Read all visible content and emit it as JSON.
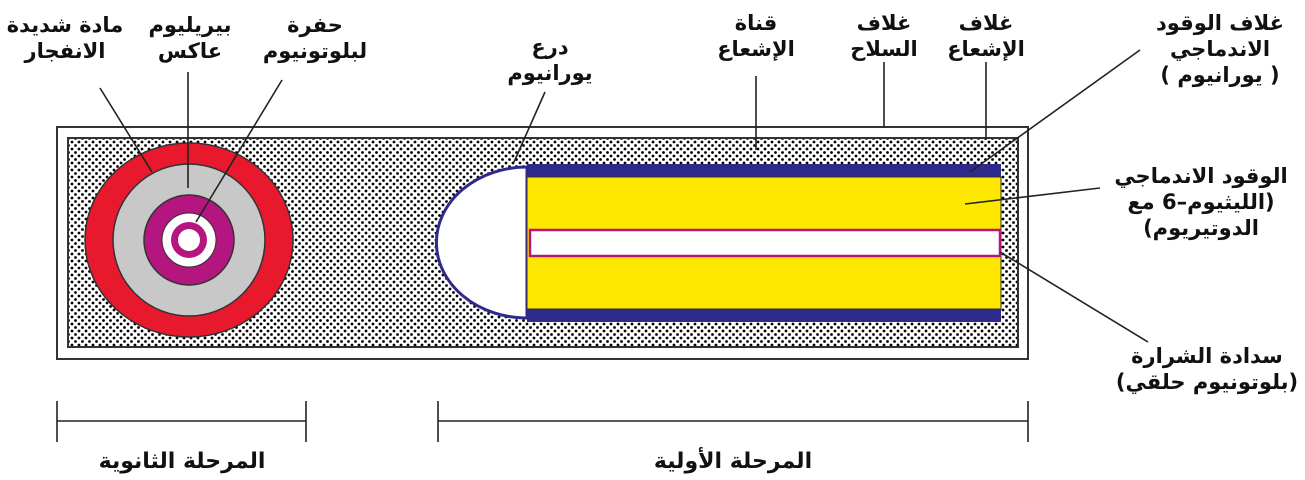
{
  "labels": {
    "high_explosive": [
      "مادة شديدة",
      "الانفجار"
    ],
    "beryllium_reflector": [
      "بيريليوم",
      "عاكس"
    ],
    "plutonium_pit": [
      "حفرة",
      "لبلوتونيوم"
    ],
    "uranium_shield": [
      "درع",
      "يورانيوم"
    ],
    "radiation_channel": [
      "قناة",
      "الإشعاع"
    ],
    "armor_casing": [
      "غلاف",
      "السلاح"
    ],
    "radiation_casing": [
      "غلاف",
      "الإشعاع"
    ],
    "fusion_fuel_casing": [
      "غلاف الوقود",
      "الاندماجي",
      "( يورانيوم )"
    ],
    "fusion_fuel": [
      "الوقود الاندماجي",
      "(الليثيوم–6 مع",
      "الدوتيريوم)"
    ],
    "spark_plug": [
      "سدادة الشرارة",
      "(بلوتونيوم حلقي)"
    ]
  },
  "stages": {
    "secondary": "المرحلة الثانوية",
    "primary": "المرحلة الأولية"
  },
  "colors": {
    "explosive": "#e8192c",
    "beryllium": "#c8c8c8",
    "pit": "#b5157e",
    "fusion_fuel": "#ffe800",
    "uranium_casing": "#2e2a8c",
    "spark_plug_outline": "#b5157e",
    "stipple": "#000000"
  }
}
